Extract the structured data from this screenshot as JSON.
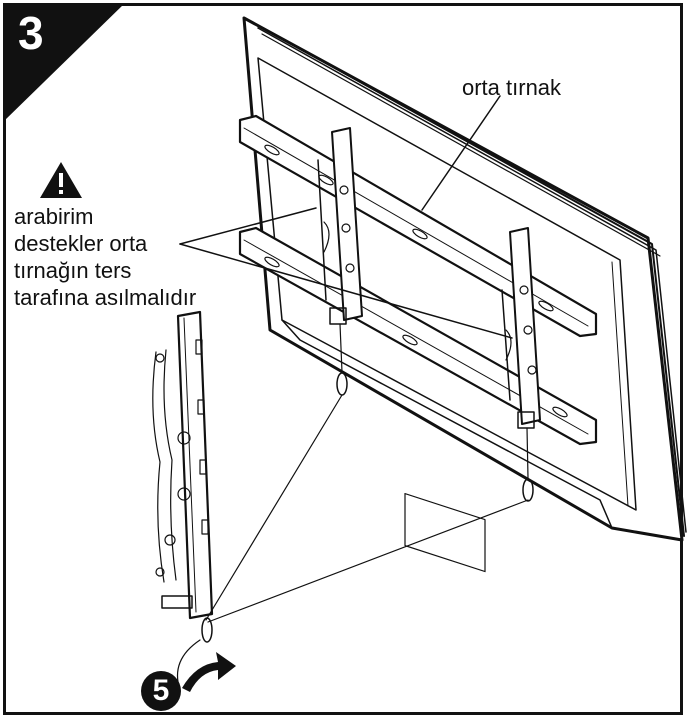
{
  "step": {
    "number": "3"
  },
  "labels": {
    "center_tab": "orta tırnak",
    "instruction_lines": [
      "arabirim",
      "destekler orta",
      "tırnağın ters",
      "tarafına asılmalıdır"
    ]
  },
  "callout": {
    "number": "5"
  },
  "icons": {
    "warning": "warning-triangle-icon",
    "rotate": "curved-arrow-icon"
  },
  "colors": {
    "ink": "#111111",
    "paper": "#ffffff"
  }
}
